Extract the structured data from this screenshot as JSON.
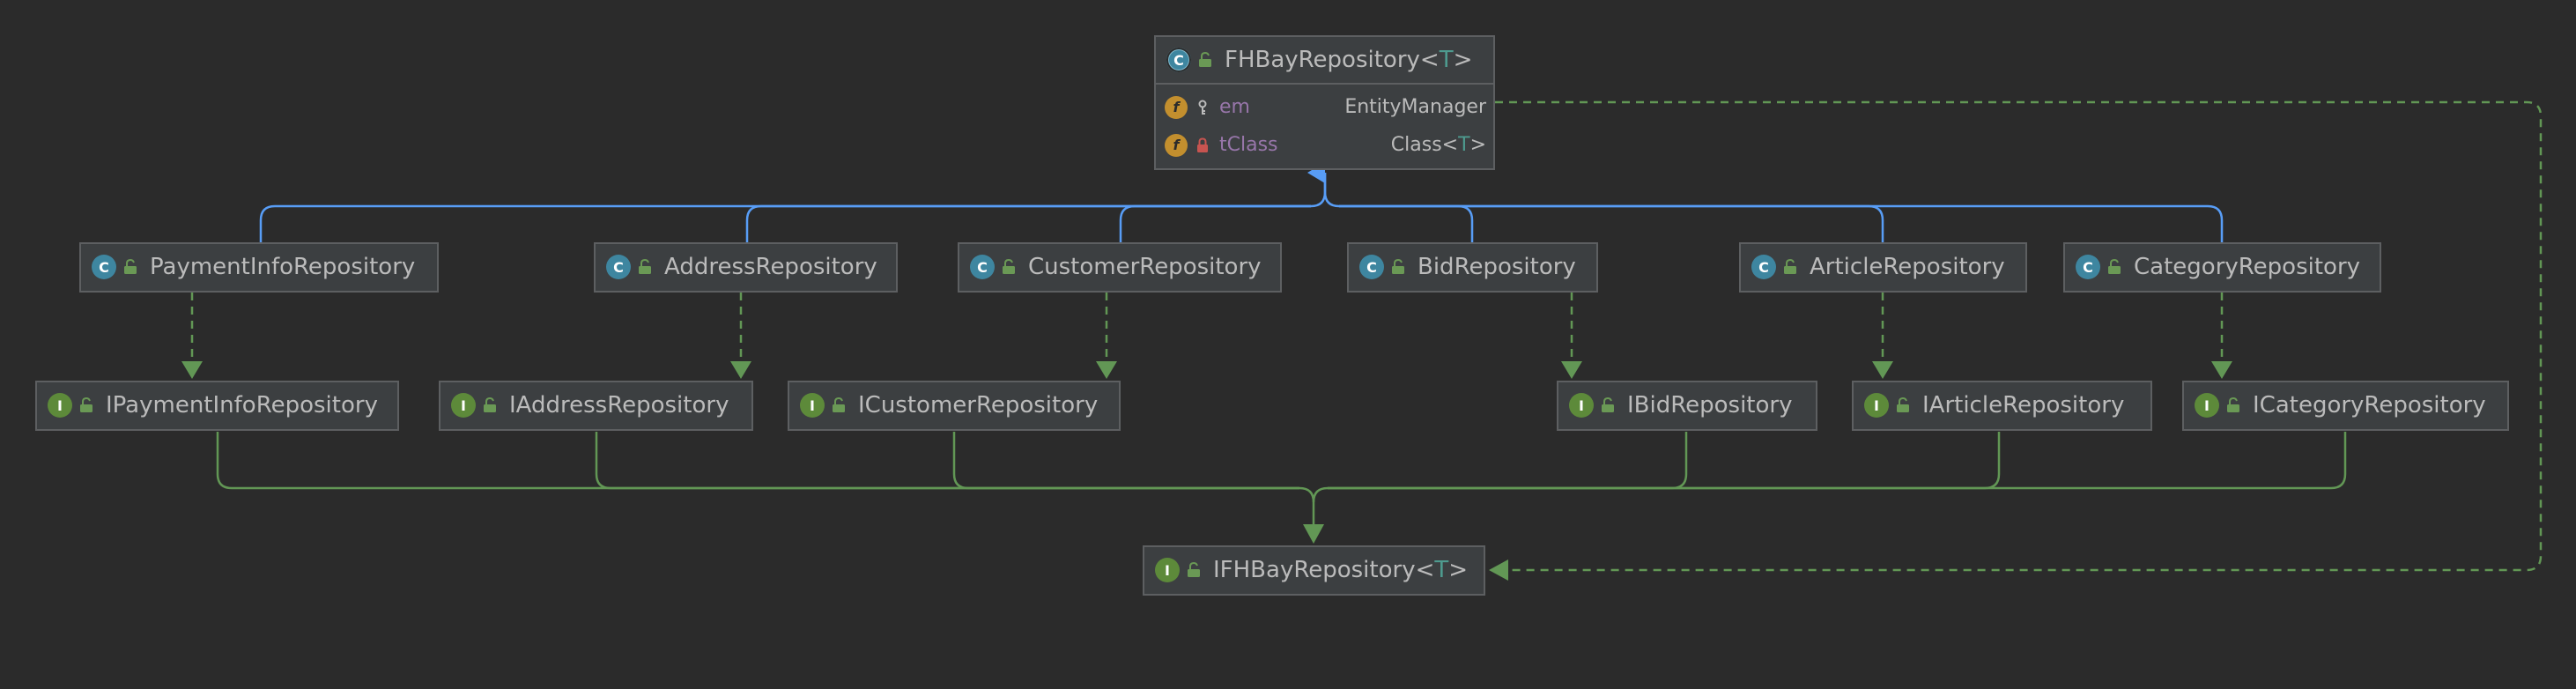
{
  "colors": {
    "background": "#2b2b2b",
    "node_bg": "#3c3f41",
    "node_border": "#5d5f61",
    "extends_edge": "#589df6",
    "implements_edge": "#629755",
    "field_name": "#9876aa",
    "type_param": "#4e9b8f"
  },
  "root": {
    "name": "FHBayRepository",
    "type_param": "T",
    "kind_icon": "abstract-class-icon",
    "visibility_icon": "public-unlock-icon",
    "fields": [
      {
        "icon": "field-icon",
        "visibility": "package-key-icon",
        "name": "em",
        "type": "EntityManager"
      },
      {
        "icon": "field-icon",
        "visibility": "private-lock-icon",
        "name": "tClass",
        "type": "Class",
        "type_param": "T"
      }
    ]
  },
  "classes": [
    {
      "id": "paymentinfo",
      "name": "PaymentInfoRepository",
      "kind_icon": "class-icon"
    },
    {
      "id": "address",
      "name": "AddressRepository",
      "kind_icon": "class-icon"
    },
    {
      "id": "customer",
      "name": "CustomerRepository",
      "kind_icon": "class-icon"
    },
    {
      "id": "bid",
      "name": "BidRepository",
      "kind_icon": "class-icon"
    },
    {
      "id": "article",
      "name": "ArticleRepository",
      "kind_icon": "class-icon"
    },
    {
      "id": "category",
      "name": "CategoryRepository",
      "kind_icon": "class-icon"
    }
  ],
  "interfaces": [
    {
      "id": "ipaymentinfo",
      "name": "IPaymentInfoRepository",
      "kind_icon": "interface-icon"
    },
    {
      "id": "iaddress",
      "name": "IAddressRepository",
      "kind_icon": "interface-icon"
    },
    {
      "id": "icustomer",
      "name": "ICustomerRepository",
      "kind_icon": "interface-icon"
    },
    {
      "id": "ibid",
      "name": "IBidRepository",
      "kind_icon": "interface-icon"
    },
    {
      "id": "iarticle",
      "name": "IArticleRepository",
      "kind_icon": "interface-icon"
    },
    {
      "id": "icategory",
      "name": "ICategoryRepository",
      "kind_icon": "interface-icon"
    }
  ],
  "base_interface": {
    "name": "IFHBayRepository",
    "type_param": "T",
    "kind_icon": "interface-icon",
    "visibility_icon": "public-unlock-icon"
  },
  "edges": {
    "extends": [
      "paymentinfo",
      "address",
      "customer",
      "bid",
      "article",
      "category"
    ],
    "implements": [
      [
        "paymentinfo",
        "ipaymentinfo"
      ],
      [
        "address",
        "iaddress"
      ],
      [
        "customer",
        "icustomer"
      ],
      [
        "bid",
        "ibid"
      ],
      [
        "article",
        "iarticle"
      ],
      [
        "category",
        "icategory"
      ]
    ],
    "interface_extends": [
      "ipaymentinfo",
      "iaddress",
      "icustomer",
      "ibid",
      "iarticle",
      "icategory"
    ],
    "root_implements": "IFHBayRepository"
  }
}
